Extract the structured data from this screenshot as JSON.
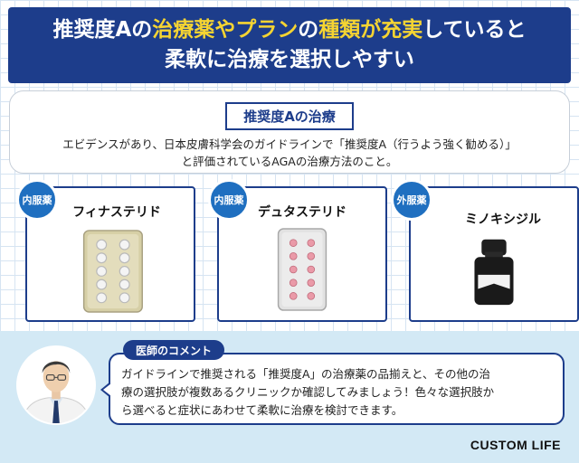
{
  "header": {
    "line1_a": "推奨度Aの",
    "line1_b": "治療薬やプラン",
    "line1_c": "の",
    "line1_d": "種類が充実",
    "line1_e": "していると",
    "line2": "柔軟に治療を選択しやすい"
  },
  "recommendation": {
    "title": "推奨度Aの治療",
    "desc_line1": "エビデンスがあり、日本皮膚科学会のガイドラインで「推奨度A（行うよう強く勧める）」",
    "desc_line2": "と評価されているAGAの治療方法のこと。"
  },
  "medicines": [
    {
      "badge": "内服薬",
      "name": "フィナステリド"
    },
    {
      "badge": "内服薬",
      "name": "デュタステリド"
    },
    {
      "badge": "外服薬",
      "name": "ミノキシジル"
    }
  ],
  "comment": {
    "label": "医師のコメント",
    "line1": "ガイドラインで推奨される「推奨度A」の治療薬の品揃えと、その他の治",
    "line2": "療の選択肢が複数あるクリニックか確認してみましょう！色々な選択肢か",
    "line3": "ら選べると症状にあわせて柔軟に治療を検討できます。"
  },
  "brand": {
    "logo": "CUSTOM LIFE"
  },
  "colors": {
    "navy": "#1d3d8b",
    "highlight": "#f5d432",
    "badge_blue": "#1f6fc0",
    "bottom_bg": "#d3e9f5"
  }
}
